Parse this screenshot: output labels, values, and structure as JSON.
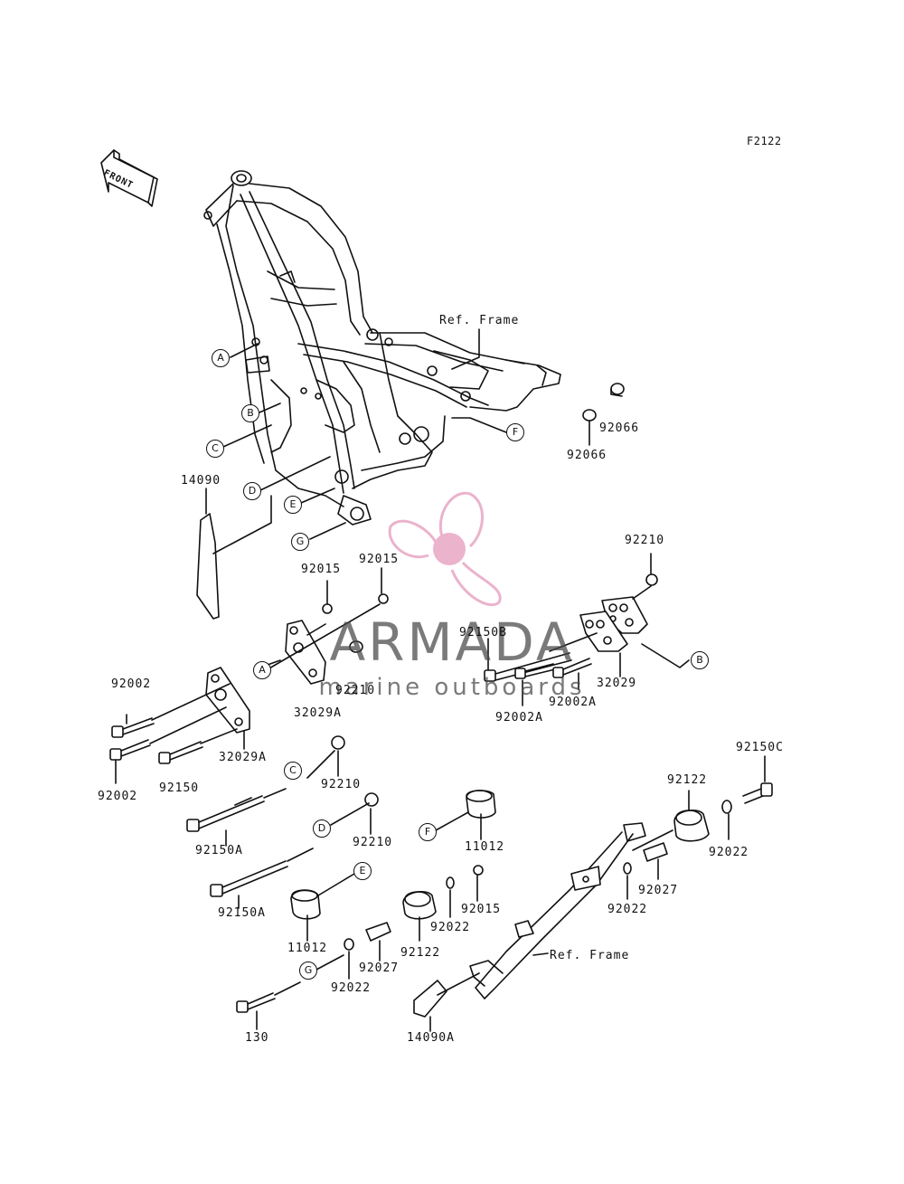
{
  "diagram_code": "F2122",
  "front_label": "FRONT",
  "ref_frame_top": "Ref. Frame",
  "ref_frame_bottom": "Ref. Frame",
  "watermark": {
    "brand": "ARMADA",
    "tagline": "marine outboards"
  },
  "callouts": [
    "A",
    "B",
    "C",
    "D",
    "E",
    "F",
    "G"
  ],
  "parts": {
    "p14090": "14090",
    "p92066_a": "92066",
    "p92066_b": "92066",
    "p92015_a": "92015",
    "p92015_b": "92015",
    "p92210_a": "92210",
    "p92210_b": "92210",
    "p92210_c": "92210",
    "p92210_d": "92210",
    "p92150B": "92150B",
    "p32029": "32029",
    "p32029A_a": "32029A",
    "p32029A_b": "32029A",
    "p92002A_a": "92002A",
    "p92002A_b": "92002A",
    "p92002_a": "92002",
    "p92002_b": "92002",
    "p92150": "92150",
    "p92150A_a": "92150A",
    "p92150A_b": "92150A",
    "p92150C": "92150C",
    "p92122_a": "92122",
    "p92122_b": "92122",
    "p92022_a": "92022",
    "p92022_b": "92022",
    "p92022_c": "92022",
    "p92022_d": "92022",
    "p92027_a": "92027",
    "p92027_b": "92027",
    "p11012_a": "11012",
    "p11012_b": "11012",
    "p92015_c": "92015",
    "p130": "130",
    "p14090A": "14090A"
  },
  "colors": {
    "line": "#111111",
    "watermark_pink": "#e8a6c4",
    "watermark_text": "#555555"
  }
}
